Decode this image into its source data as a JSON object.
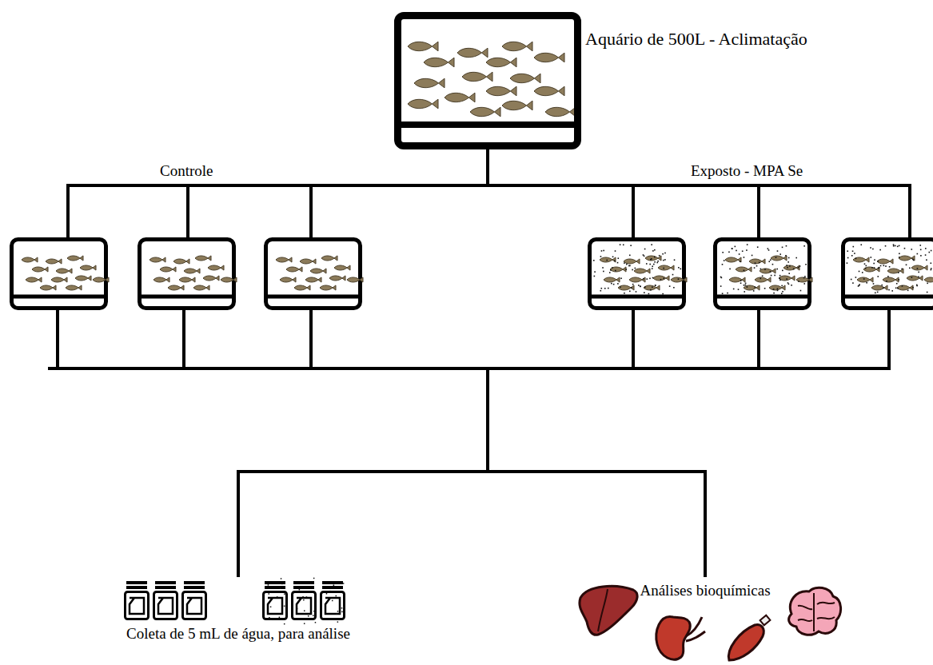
{
  "diagram": {
    "nodes": [
      {
        "text": [
          "Aquário de 500L - Aclimatação"
        ]
      },
      {
        "text": [
          "Coleta de 5 mL de água, para análise"
        ]
      },
      {
        "text": [
          "Análises bioquímicas"
        ]
      }
    ],
    "edges": [
      {
        "from": 0,
        "to": 1,
        "arrow": "none"
      },
      {
        "from": 0,
        "to": 2,
        "arrow": "none"
      }
    ],
    "labels": [
      "Controle",
      "Exposto - MPA Se"
    ]
  }
}
